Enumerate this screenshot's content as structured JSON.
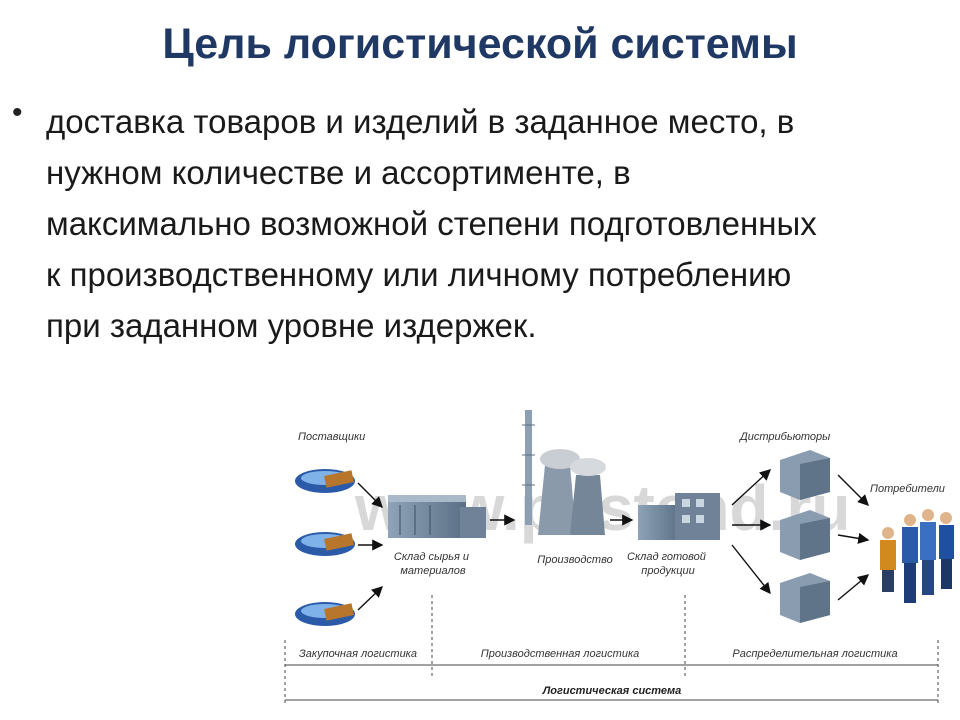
{
  "slide": {
    "title": "Цель логистической системы",
    "bullet": "доставка товаров и изделий в заданное место, в нужном количестве и ассортименте, в максимально возможной степени подготовленных к производственному или личному потреблению при заданном уровне издержек."
  },
  "diagram": {
    "watermark": "www.pbstend.ru",
    "nodes": {
      "suppliers": "Поставщики",
      "raw_warehouse": [
        "Склад сырья и",
        "материалов"
      ],
      "production": "Производство",
      "goods_warehouse": [
        "Склад готовой",
        "продукции"
      ],
      "distributors": "Дистрибьюторы",
      "consumers": "Потребители"
    },
    "stages": {
      "purchasing": "Закупочная логистика",
      "production": "Производственная логистика",
      "distribution": "Распределительная логистика",
      "system": "Логистическая система"
    }
  }
}
